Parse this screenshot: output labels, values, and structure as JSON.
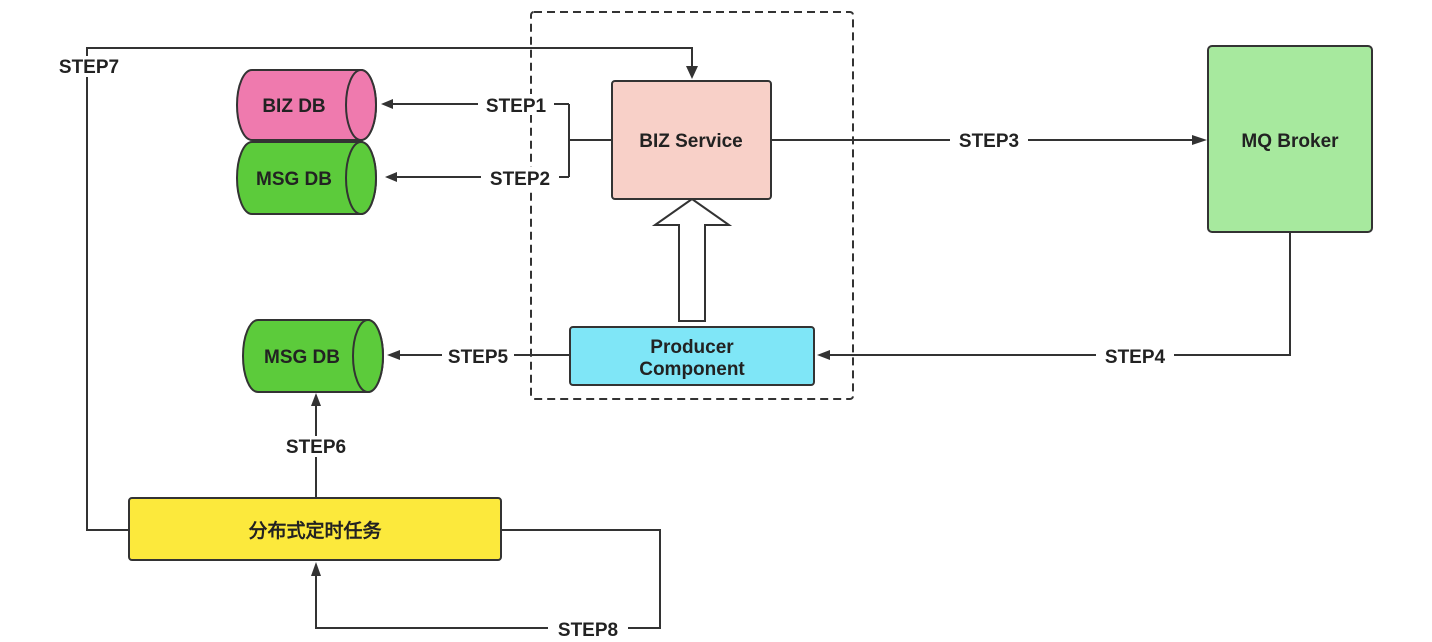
{
  "nodes": {
    "biz_db": {
      "label": "BIZ DB",
      "color": "#EF7AAE"
    },
    "msg_db_top": {
      "label": "MSG DB",
      "color": "#5CCB3B"
    },
    "msg_db_bottom": {
      "label": "MSG DB",
      "color": "#5CCB3B"
    },
    "biz_service": {
      "label": "BIZ Service",
      "color": "#F8D0C8"
    },
    "mq_broker": {
      "label": "MQ Broker",
      "color": "#A7E99E"
    },
    "producer": {
      "line1": "Producer",
      "line2": "Component",
      "color": "#7FE6F7"
    },
    "scheduler": {
      "label": "分布式定时任务",
      "color": "#FCE93C"
    }
  },
  "edges": {
    "step1": "STEP1",
    "step2": "STEP2",
    "step3": "STEP3",
    "step4": "STEP4",
    "step5": "STEP5",
    "step6": "STEP6",
    "step7": "STEP7",
    "step8": "STEP8"
  }
}
